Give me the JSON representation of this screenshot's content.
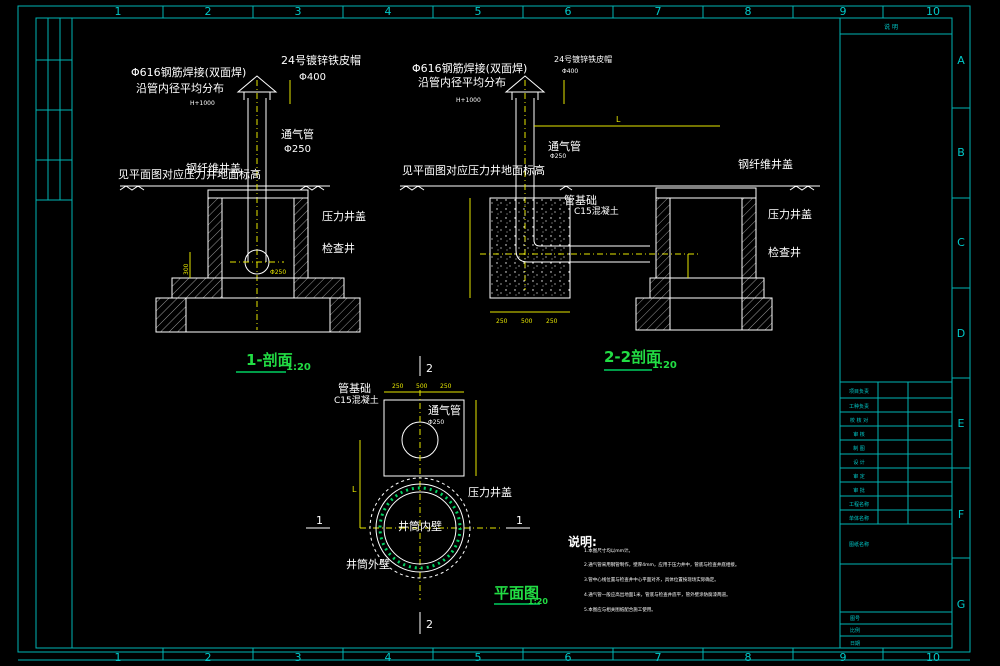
{
  "border": {
    "col_numbers": [
      "1",
      "2",
      "3",
      "4",
      "5",
      "6",
      "7",
      "8",
      "9",
      "10"
    ],
    "row_letters": [
      "A",
      "B",
      "C",
      "D",
      "E",
      "F",
      "G"
    ]
  },
  "section1": {
    "title": "1-剖面",
    "scale": "1:20",
    "labels": {
      "rebar_weld": "Φ616钢筋焊接(双面焊)",
      "rebar_dist": "沿管内径平均分布",
      "cap": "24号镀锌铁皮帽",
      "cap_dia": "Φ400",
      "h_mark": "H+1000",
      "vent_pipe": "通气管",
      "vent_dia": "Φ250",
      "cover": "钢纤维井盖",
      "plan_ref": "见平面图对应压力井地面标高",
      "pressure_cover": "压力井盖",
      "inspection_well": "检查井",
      "pipe_dia": "Φ250",
      "dim_300": "300"
    }
  },
  "section2": {
    "title": "2-2剖面",
    "scale": "1:20",
    "labels": {
      "rebar_weld": "Φ616钢筋焊接(双面焊)",
      "rebar_dist": "沿管内径平均分布",
      "cap": "24号镀锌铁皮帽",
      "cap_dia": "Φ400",
      "h_mark": "H+1000",
      "len": "L",
      "vent_pipe": "通气管",
      "vent_dia": "Φ250",
      "cover": "钢纤维井盖",
      "plan_ref": "见平面图对应压力井地面标高",
      "pipe_base": "管基础",
      "concrete": "C15混凝土",
      "pressure_cover": "压力井盖",
      "inspection_well": "检查井",
      "dim_250a": "250",
      "dim_500": "500",
      "dim_250b": "250"
    }
  },
  "plan": {
    "title": "平面图",
    "scale": "1:20",
    "labels": {
      "pipe_base": "管基础",
      "concrete": "C15混凝土",
      "vent_pipe": "通气管",
      "vent_dia": "Φ250",
      "pressure_cover": "压力井盖",
      "inner_wall": "井筒内壁",
      "outer_wall": "井筒外壁",
      "len": "L",
      "marker_top": "2",
      "marker_bottom": "2",
      "marker_left": "1",
      "marker_right": "1",
      "dim_250a": "250",
      "dim_500": "500",
      "dim_250b": "250"
    }
  },
  "notes": {
    "title": "说明:",
    "items": [
      "1.本图尺寸均以mm计。",
      "2.通气管采用钢管制作，壁厚4mm，应用于压力井中，管底与检查井底相接。",
      "3.管中心线位置与检查井中心平面对齐，具体位置按现场实际确定。",
      "4.通气管一般应高出地面1米，管底与检查井底平，管外壁涂防腐漆两道。",
      "5.本图应与相关图纸配合施工使用。"
    ]
  },
  "title_block": {
    "header": "说 明",
    "rows": [
      "项目负责",
      "工种负责",
      "校 核 对",
      "审 核",
      "制 图",
      "设 计",
      "审 定",
      "审 批",
      "工程名称",
      "单体名称",
      "图纸名称"
    ],
    "bottom_rows": [
      "图号",
      "比例",
      "日期"
    ]
  }
}
